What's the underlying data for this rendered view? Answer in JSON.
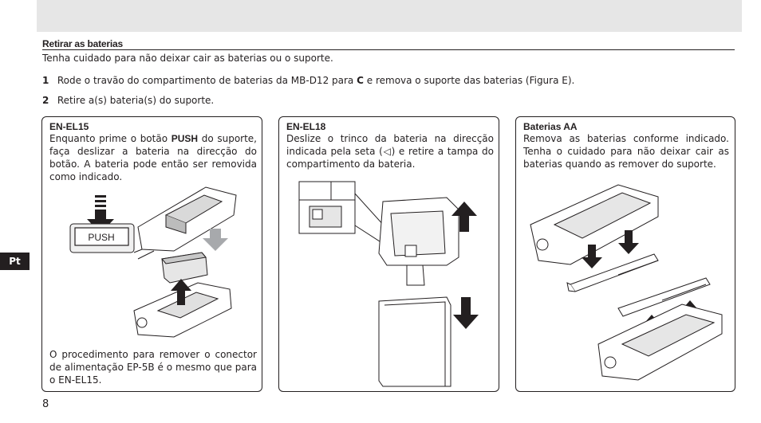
{
  "section": {
    "title": "Retirar as baterias",
    "intro": "Tenha cuidado para não deixar cair as baterias ou o suporte."
  },
  "steps": [
    {
      "number": "1",
      "text_before": "Rode o travão do compartimento de baterias da MB-D12 para",
      "icon": "C",
      "text_after": "e remova o suporte das baterias (Figura E)."
    },
    {
      "number": "2",
      "text": "Retire a(s) bateria(s) do suporte."
    }
  ],
  "boxes": [
    {
      "title": "EN-EL15",
      "text_before": "Enquanto prime o botão ",
      "button_name": "PUSH",
      "text_after": " do suporte, faça deslizar a bateria na direcção do botão. A bateria pode então ser removida como indicado.",
      "button_label": "PUSH",
      "note": "O procedimento para remover o conector de alimentação EP-5B é o mesmo que para o EN-EL15."
    },
    {
      "title": "EN-EL18",
      "text": "Deslize o trinco da bateria na direcção indicada pela seta (◁) e retire a tampa do compartimento da bateria."
    },
    {
      "title": "Baterias AA",
      "text": "Remova as baterias conforme indicado. Tenha o cuidado para não deixar cair as baterias quando as remover do suporte."
    }
  ],
  "side_tab": "Pt",
  "page_number": "8",
  "colors": {
    "header_band": "#e6e6e6",
    "text": "#231f20",
    "arrow": "#231f20",
    "gray_arrow": "#a7a9ac"
  }
}
